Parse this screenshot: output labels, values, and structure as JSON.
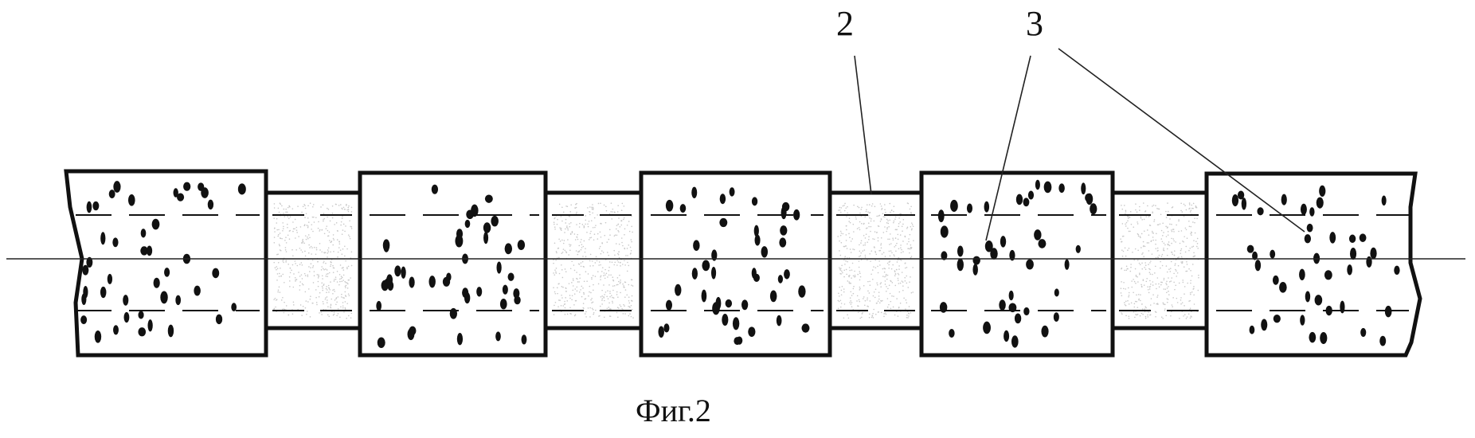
{
  "figure": {
    "caption": "Фиг.2",
    "callouts": [
      {
        "label": "2",
        "refers_to": "connector-segment"
      },
      {
        "label": "3",
        "refers_to": "porous-block"
      }
    ],
    "block_count": 5,
    "connector_count": 4,
    "line_color": "#111111",
    "fill_shade_color": "#c8c8c8"
  }
}
